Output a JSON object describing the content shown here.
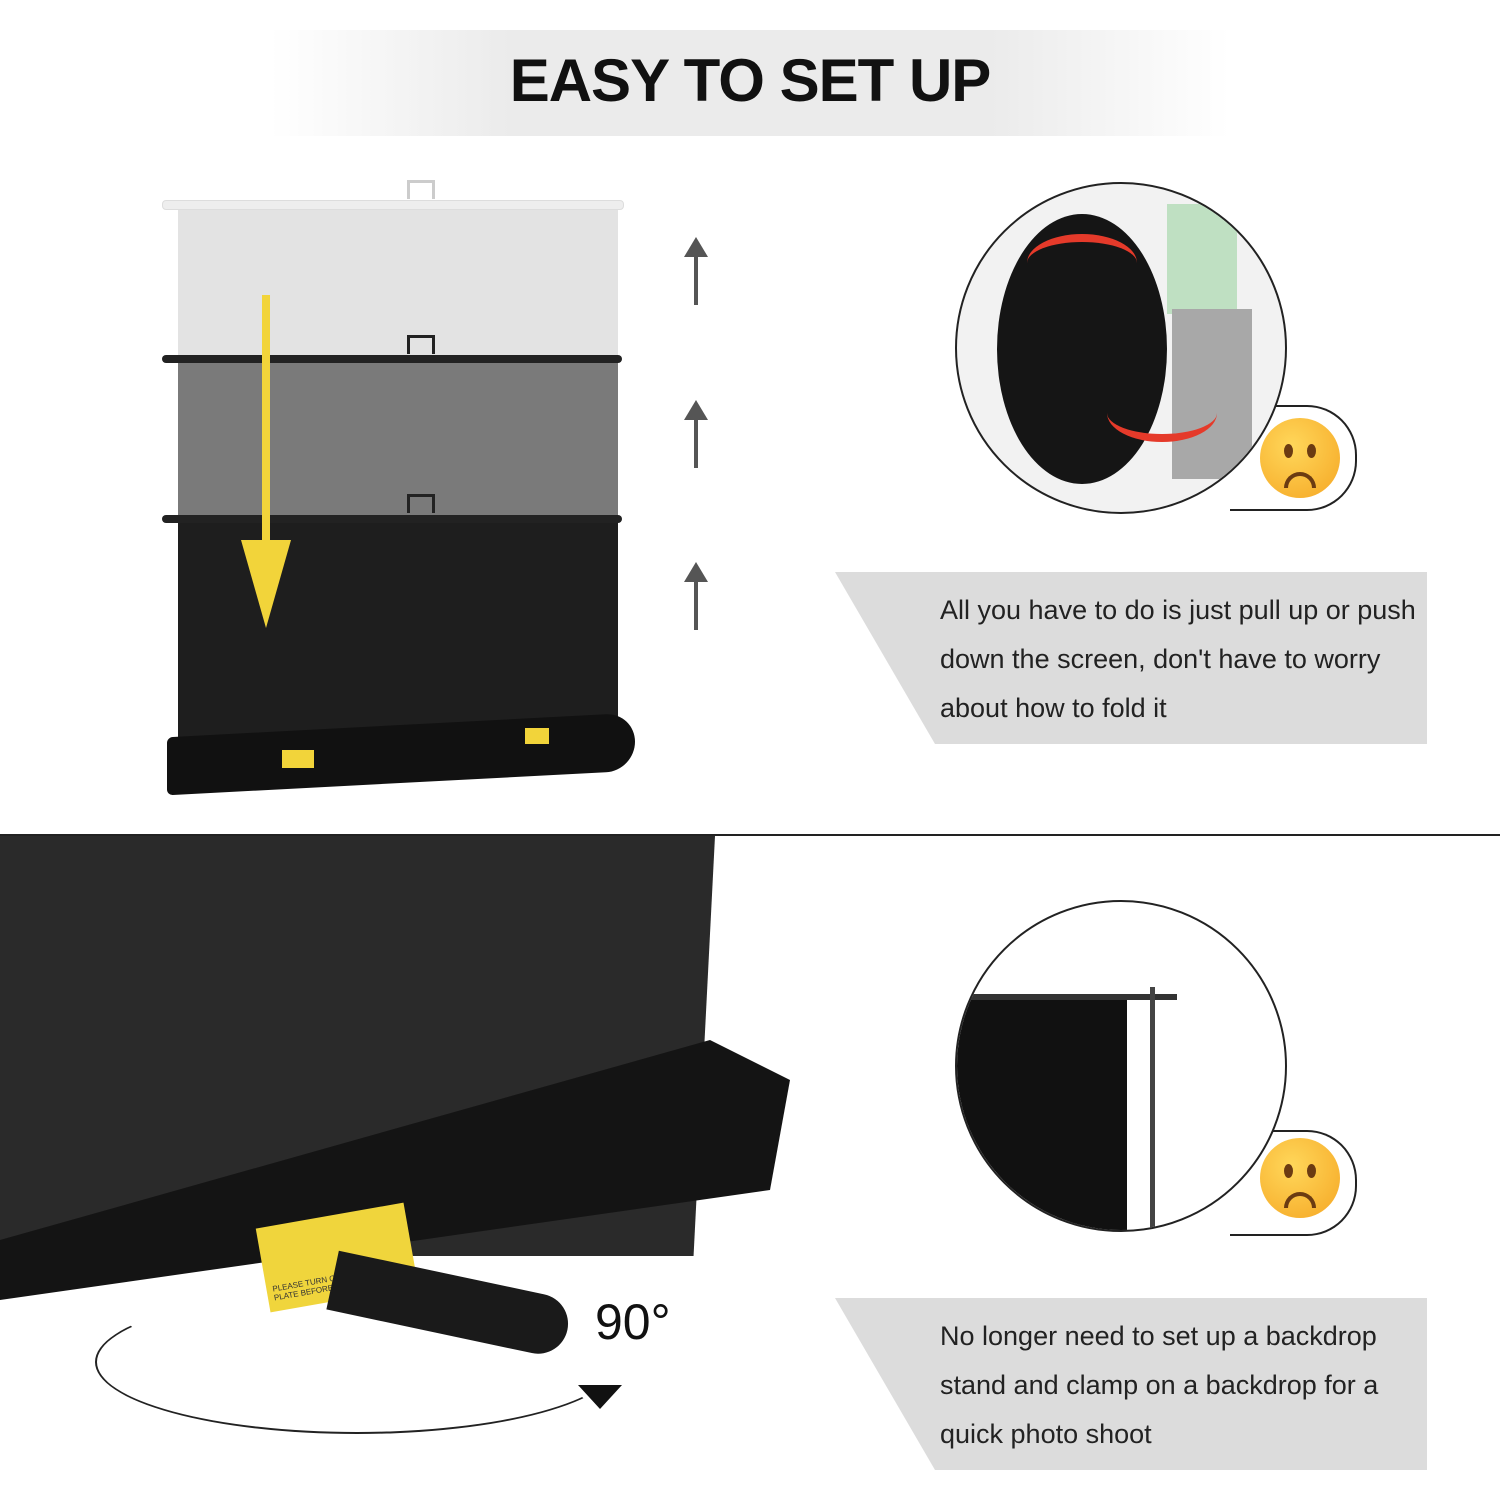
{
  "title": "EASY TO SET UP",
  "section1": {
    "caption": "All you have to do is just pull up or push down the screen, don't have to worry about how to fold it",
    "icon": "sad-face-icon"
  },
  "section2": {
    "caption": "No longer need to set up a backdrop stand and clamp on a backdrop for a quick photo shoot",
    "icon": "sad-face-icon",
    "rotation_label": "90°",
    "sticker_text": "PLEASE TURN OUT THE MOUNT PLATE BEFORE USE THE SCREEN"
  },
  "colors": {
    "accent_yellow": "#f2d43a",
    "screen_black": "#1e1e1e",
    "caption_bg": "#dcdcdc"
  }
}
